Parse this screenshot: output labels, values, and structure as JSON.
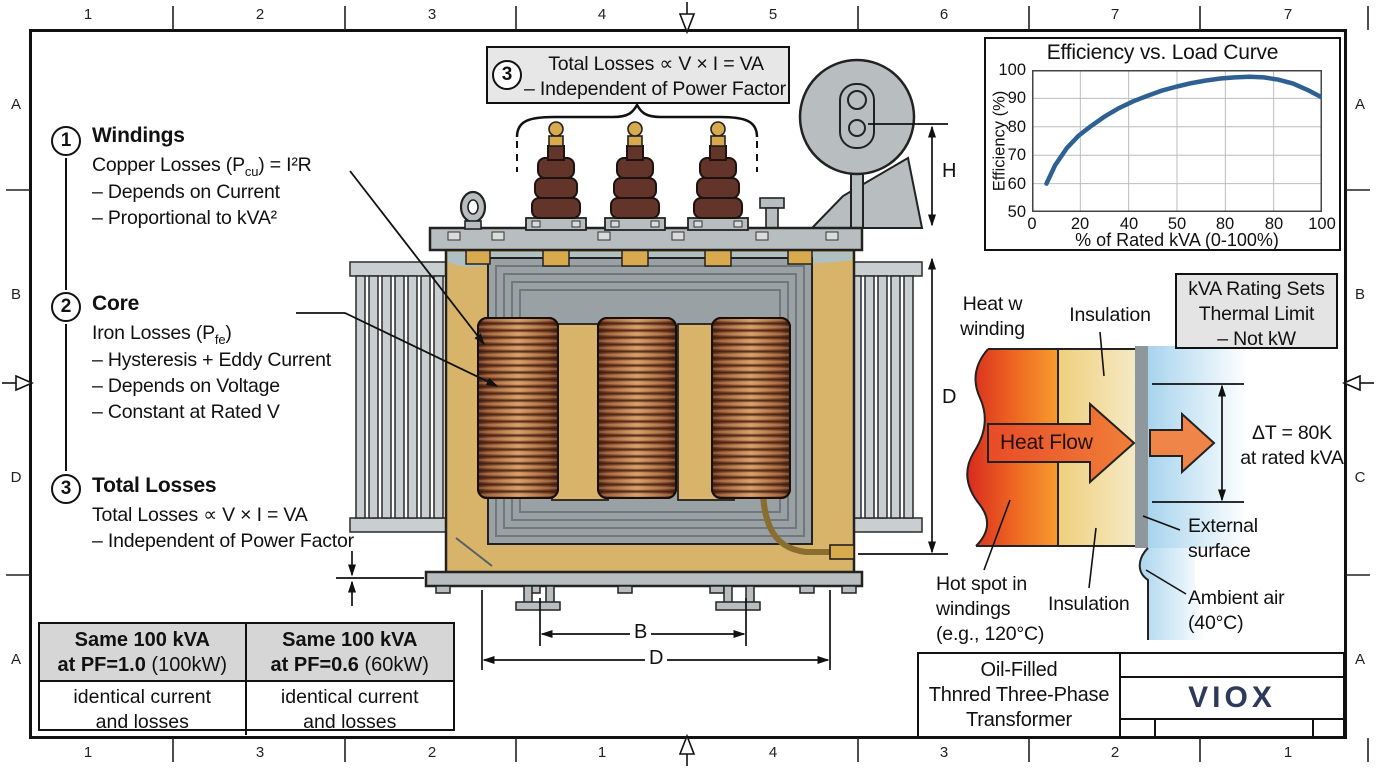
{
  "rulers": {
    "top": [
      "1",
      "2",
      "3",
      "4",
      "5",
      "6",
      "7",
      "7"
    ],
    "bottom": [
      "1",
      "3",
      "2",
      "1",
      "4",
      "3",
      "2",
      "1"
    ],
    "left": [
      "A",
      "B",
      "D",
      "A"
    ],
    "right": [
      "A",
      "B",
      "C",
      "A"
    ]
  },
  "callouts": {
    "items": [
      {
        "num": "1",
        "title": "Windings",
        "formula": {
          "pre": "Copper Losses (P",
          "sub": "cu",
          "post": ") = I²R"
        },
        "bullets": [
          "– Depends on Current",
          "– Proportional to kVA²"
        ]
      },
      {
        "num": "2",
        "title": "Core",
        "formula": {
          "pre": "Iron Losses (P",
          "sub": "fe",
          "post": ")"
        },
        "bullets": [
          "– Hysteresis + Eddy Current",
          "– Depends on Voltage",
          "– Constant at Rated V"
        ]
      },
      {
        "num": "3",
        "title": "Total Losses",
        "formula": {
          "pre": "Total Losses ∝ V × I = VA",
          "sub": "",
          "post": ""
        },
        "bullets": [
          "– Independent of Power Factor"
        ]
      }
    ]
  },
  "top_note": {
    "num": "3",
    "line1": "Total Losses ∝ V × I = VA",
    "line2": "– Independent of Power Factor"
  },
  "chart_data": {
    "type": "line",
    "title": "Efficiency vs. Load Curve",
    "xlabel": "% of Rated kVA (0-100%)",
    "ylabel": "Efficiency (%)",
    "xlim": [
      0,
      100
    ],
    "ylim": [
      50,
      100
    ],
    "x_tick_labels": [
      "0",
      "20",
      "40",
      "50",
      "80",
      "80",
      "100"
    ],
    "y_ticks": [
      50,
      60,
      70,
      80,
      90,
      100
    ],
    "grid": true,
    "legend": false,
    "line_color": "#2e6191",
    "series": [
      {
        "name": "Efficiency",
        "x": [
          5,
          8,
          12,
          16,
          20,
          25,
          30,
          35,
          40,
          45,
          50,
          55,
          60,
          65,
          70,
          75,
          80,
          85,
          90,
          95,
          100
        ],
        "y": [
          60,
          66.5,
          72.5,
          76.8,
          80,
          83.6,
          86.6,
          89,
          91,
          92.8,
          94.2,
          95.4,
          96.3,
          97,
          97.4,
          97.6,
          97.4,
          96.6,
          95.2,
          93,
          90.3
        ]
      }
    ]
  },
  "dimensions": {
    "h": "H",
    "d_side": "D",
    "b": "B",
    "d_bottom": "D"
  },
  "heat": {
    "winding_label": [
      "Heat w",
      "winding"
    ],
    "insulation_top": "Insulation",
    "limit_box": [
      "kVA Rating Sets",
      "Thermal Limit",
      "– Not kW"
    ],
    "flow_label": "Heat Flow",
    "delta_t": [
      "ΔT = 80K",
      "at rated kVA"
    ],
    "hot_spot": [
      "Hot spot in",
      "windings",
      "(e.g., 120°C)"
    ],
    "insulation_bottom": "Insulation",
    "external": [
      "External",
      "surface"
    ],
    "ambient": [
      "Ambient air",
      "(40°C)"
    ]
  },
  "table": {
    "columns": [
      {
        "h1": "Same 100 kVA",
        "h2b": "at PF=1.0",
        "h2r": " (100kW)",
        "b1": "identical current",
        "b2": "and losses"
      },
      {
        "h1": "Same 100 kVA",
        "h2b": "at PF=0.6",
        "h2r": " (60kW)",
        "b1": "identical current",
        "b2": "and losses"
      }
    ]
  },
  "title_block": {
    "lines": [
      "Oil-Filled",
      "Thnred Three-Phase",
      "Transformer"
    ],
    "logo": "VIOX"
  },
  "colors": {
    "curve": "#2e6191",
    "logo_navy": "#2e3a59",
    "oil_tan": "#d7b469",
    "copper": "#8a4d2c",
    "core_gray": "#99a1a5",
    "hot_red": "#d92b1f",
    "warm_orange": "#f79c2d",
    "insulation_cream": "#f0cf7e",
    "wall_gray": "#8e979b",
    "air_blue": "#a8d4ee"
  }
}
